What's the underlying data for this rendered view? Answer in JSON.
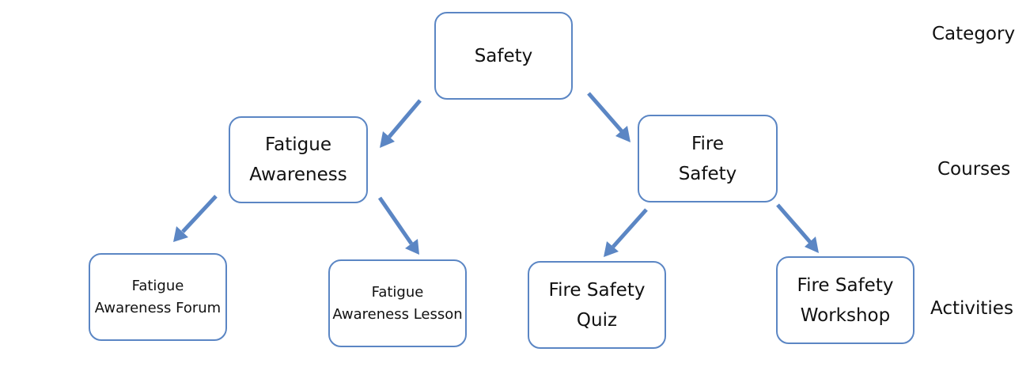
{
  "nodes": {
    "safety": "Safety",
    "fatigue_awareness": "Fatigue\nAwareness",
    "fire_safety": "Fire\nSafety",
    "fatigue_forum": "Fatigue\nAwareness Forum",
    "fatigue_lesson": "Fatigue\nAwareness Lesson",
    "fire_quiz": "Fire Safety\nQuiz",
    "fire_workshop": "Fire Safety\nWorkshop"
  },
  "levels": {
    "category": "Category",
    "courses": "Courses",
    "activities": "Activities"
  },
  "colors": {
    "accent": "#5b86c4"
  }
}
